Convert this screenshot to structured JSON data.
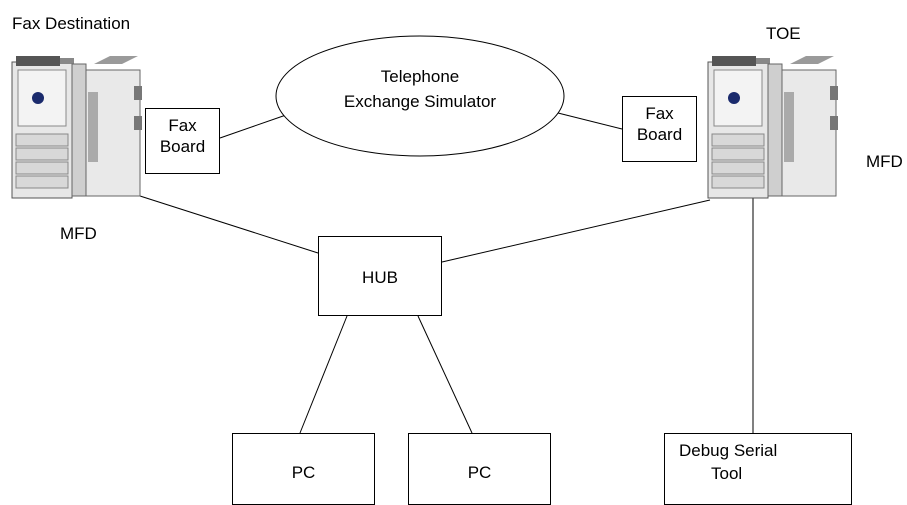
{
  "labels": {
    "fax_destination": "Fax Destination",
    "toe": "TOE",
    "mfd_left": "MFD",
    "mfd_right": "MFD"
  },
  "nodes": {
    "telephone_simulator": {
      "line1": "Telephone",
      "line2": "Exchange Simulator"
    },
    "fax_board_left": {
      "line1": "Fax",
      "line2": "Board"
    },
    "fax_board_right": {
      "line1": "Fax",
      "line2": "Board"
    },
    "hub": "HUB",
    "pc_left": "PC",
    "pc_right": "PC",
    "debug_tool": {
      "line1": "Debug Serial",
      "line2": "Tool"
    }
  },
  "icons": {
    "printer": "mfd-printer-icon"
  }
}
